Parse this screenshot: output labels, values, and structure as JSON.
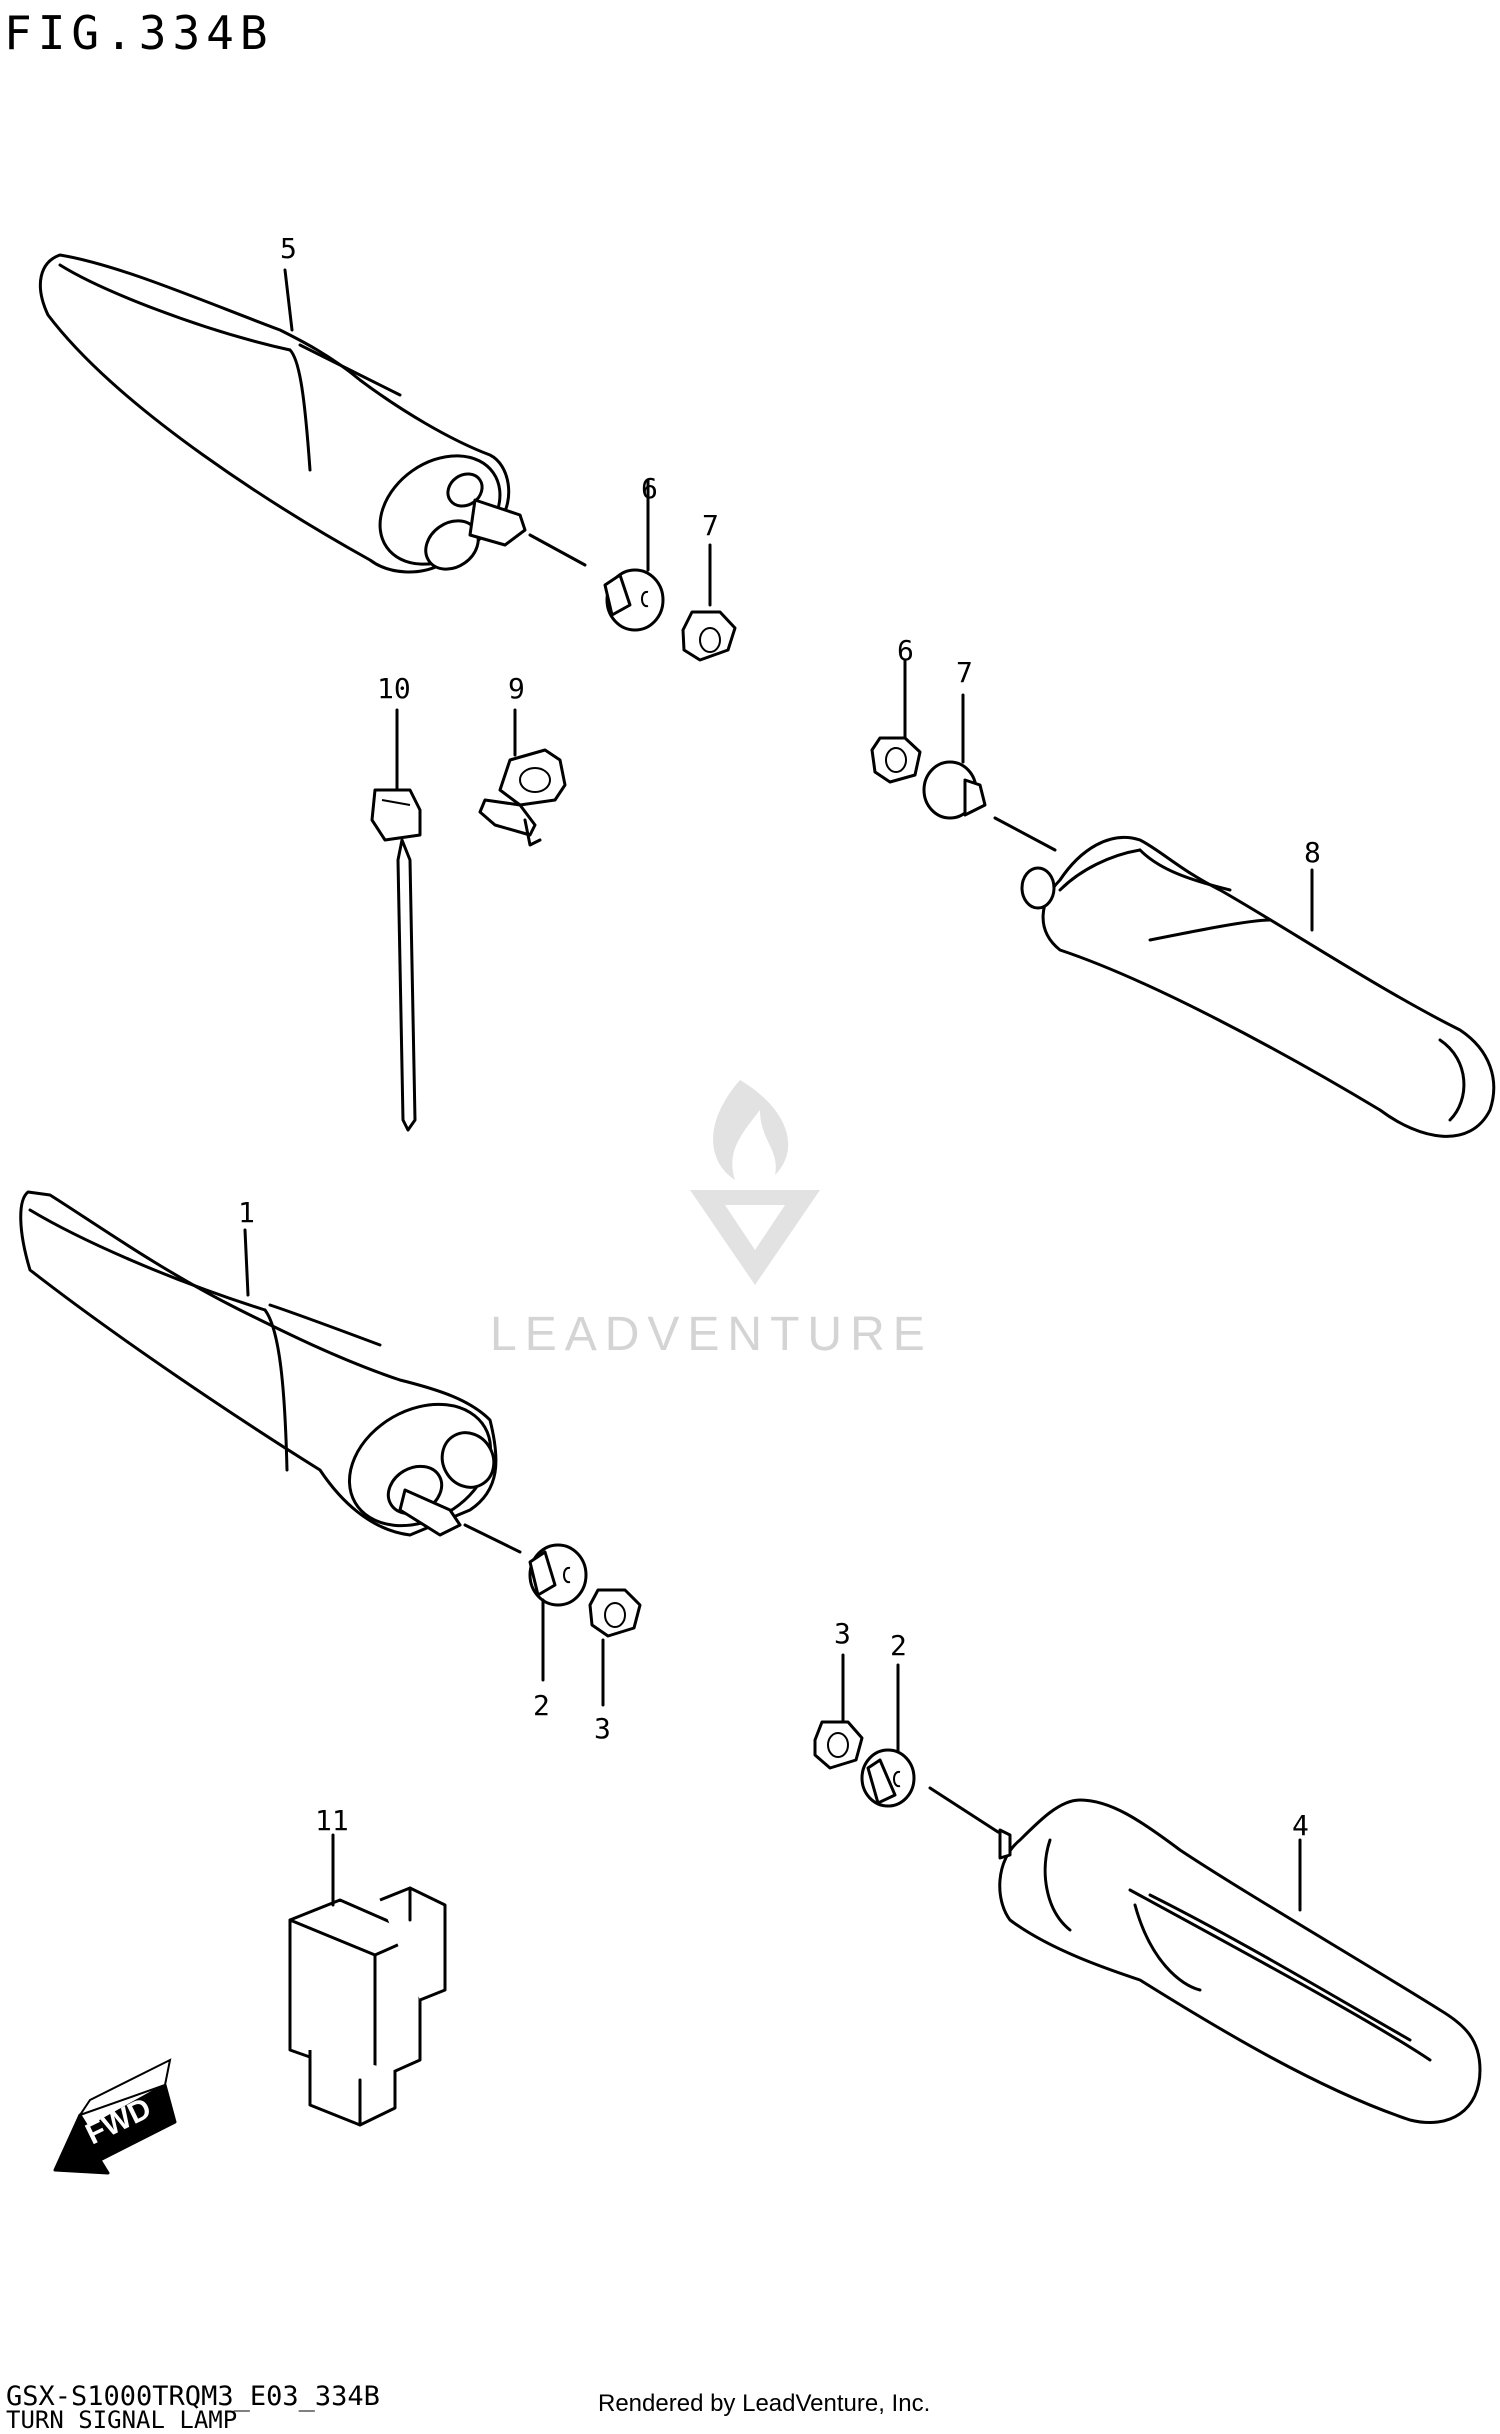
{
  "figure": {
    "title": "FIG.334B",
    "model_code": "GSX-S1000TRQM3_E03_334B",
    "section_name": "TURN SIGNAL LAMP",
    "rendered_by": "Rendered by LeadVenture, Inc.",
    "watermark": "LEADVENTURE",
    "fwd_label": "FWD"
  },
  "callouts": [
    {
      "id": "c5",
      "label": "5"
    },
    {
      "id": "c6a",
      "label": "6"
    },
    {
      "id": "c7a",
      "label": "7"
    },
    {
      "id": "c10",
      "label": "10"
    },
    {
      "id": "c9",
      "label": "9"
    },
    {
      "id": "c6b",
      "label": "6"
    },
    {
      "id": "c7b",
      "label": "7"
    },
    {
      "id": "c8",
      "label": "8"
    },
    {
      "id": "c1",
      "label": "1"
    },
    {
      "id": "c2a",
      "label": "2"
    },
    {
      "id": "c3a",
      "label": "3"
    },
    {
      "id": "c3b",
      "label": "3"
    },
    {
      "id": "c2b",
      "label": "2"
    },
    {
      "id": "c4",
      "label": "4"
    },
    {
      "id": "c11",
      "label": "11"
    }
  ]
}
